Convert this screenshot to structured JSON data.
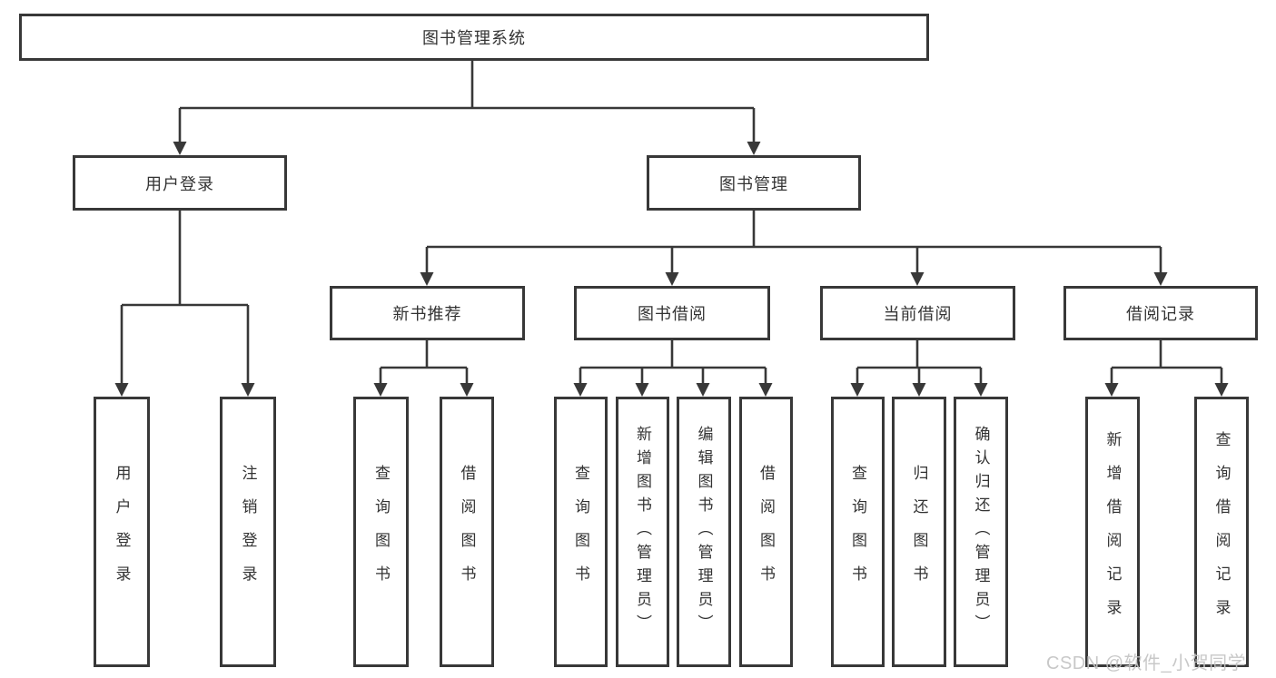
{
  "tree": {
    "root": {
      "label": "图书管理系统"
    },
    "branches": [
      {
        "label": "用户登录",
        "leaves": [
          {
            "label": "用户登录"
          },
          {
            "label": "注销登录"
          }
        ]
      },
      {
        "label": "图书管理",
        "categories": [
          {
            "label": "新书推荐",
            "leaves": [
              {
                "label": "查询图书"
              },
              {
                "label": "借阅图书"
              }
            ]
          },
          {
            "label": "图书借阅",
            "leaves": [
              {
                "label": "查询图书"
              },
              {
                "label": "新增图书（管理员）"
              },
              {
                "label": "编辑图书（管理员）"
              },
              {
                "label": "借阅图书"
              }
            ]
          },
          {
            "label": "当前借阅",
            "leaves": [
              {
                "label": "查询图书"
              },
              {
                "label": "归还图书"
              },
              {
                "label": "确认归还（管理员）"
              }
            ]
          },
          {
            "label": "借阅记录",
            "leaves": [
              {
                "label": "新增借阅记录"
              },
              {
                "label": "查询借阅记录"
              }
            ]
          }
        ]
      }
    ]
  },
  "watermark": {
    "text": "CSDN @软件_小贺同学"
  },
  "colors": {
    "line": "#383838",
    "text": "#333333",
    "background": "#ffffff",
    "watermark": "#c4c4c4"
  }
}
